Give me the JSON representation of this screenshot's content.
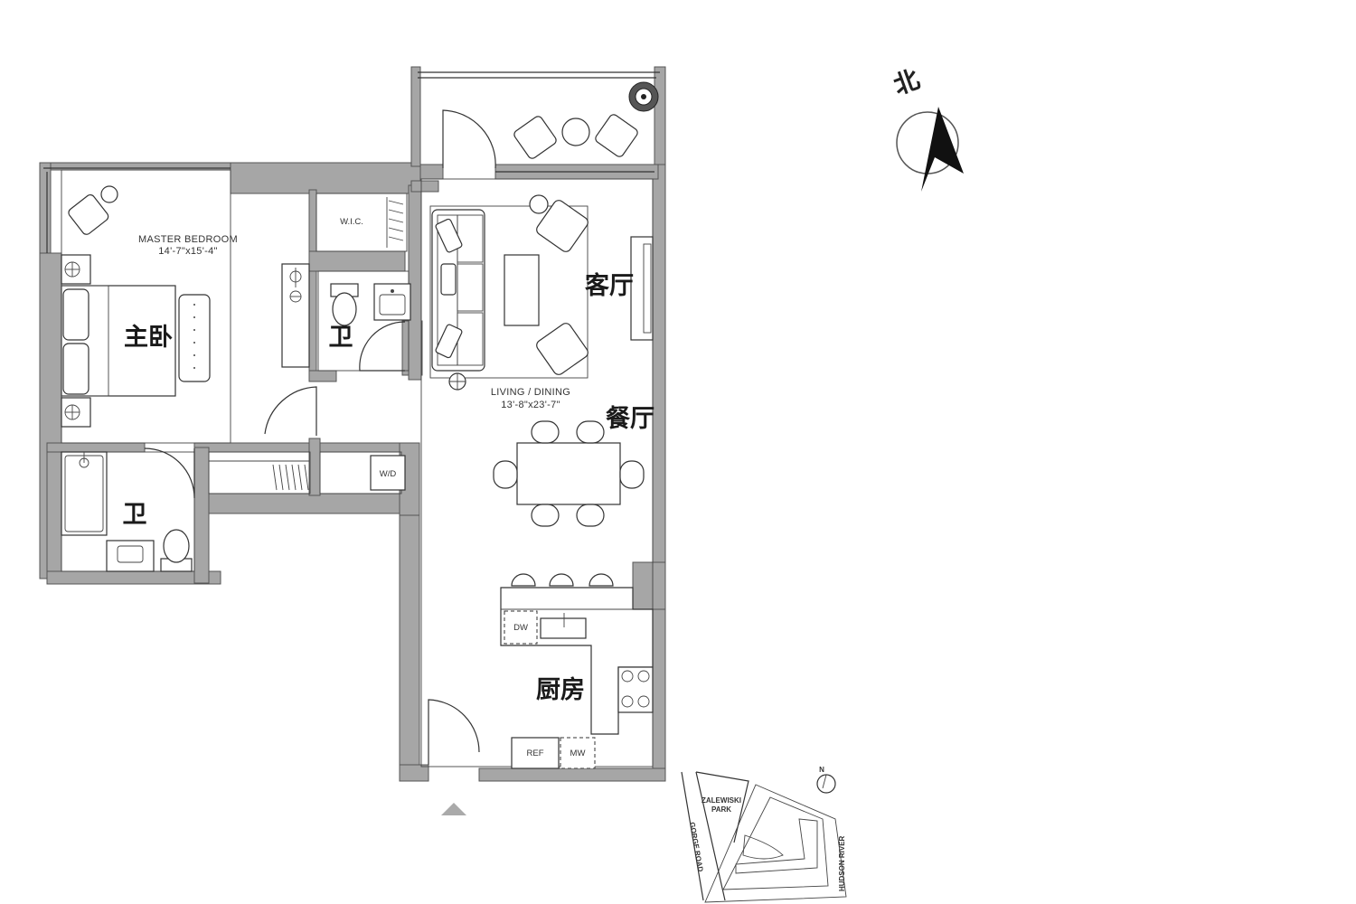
{
  "compass": {
    "north_label": "北"
  },
  "rooms": {
    "master_bedroom": {
      "label_zh": "主卧",
      "label_en": "MASTER BEDROOM",
      "dims": "14'-7\"x15'-4\""
    },
    "wic": {
      "label_en": "W.I.C."
    },
    "bath_upper": {
      "label_zh": "卫"
    },
    "bath_lower": {
      "label_zh": "卫"
    },
    "living": {
      "label_zh": "客厅"
    },
    "dining": {
      "label_zh": "餐厅"
    },
    "living_dining": {
      "label_en": "LIVING / DINING",
      "dims": "13'-8\"x23'-7\""
    },
    "kitchen": {
      "label_zh": "厨房"
    }
  },
  "appliances": {
    "wd": "W/D",
    "dw": "DW",
    "ref": "REF",
    "mw": "MW"
  },
  "site_map": {
    "park": [
      "ZALEWISKI",
      "PARK"
    ],
    "road": "GORGE ROAD",
    "river": "HUDSON RIVER",
    "north": "N"
  },
  "colors": {
    "wall": "#a6a6a6",
    "line": "#333333"
  }
}
